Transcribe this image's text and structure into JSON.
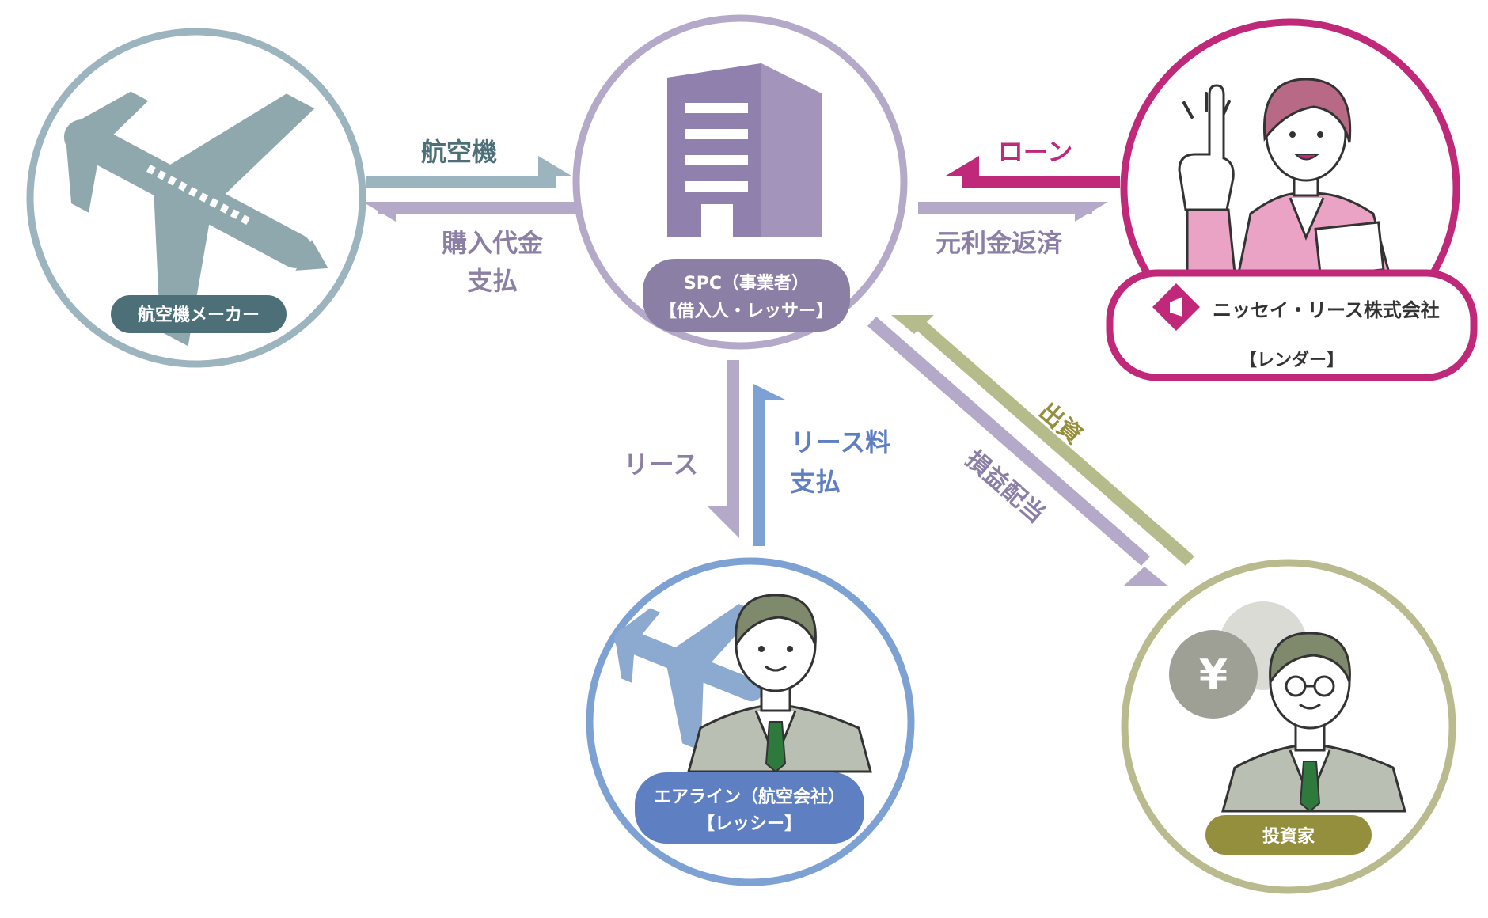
{
  "colors": {
    "maker": "#9bb4bd",
    "maker_dark": "#4d6f78",
    "spc": "#b4a9c8",
    "spc_dark": "#8c7fa5",
    "lender": "#c0287a",
    "airline": "#7ea1d4",
    "airline_dark": "#5e7fc2",
    "investor": "#b9bb8e",
    "investor_dark": "#948f3c",
    "pink_arrow": "#c0287a",
    "olive_arrow": "#b5bb8a"
  },
  "nodes": {
    "maker": {
      "label": "航空機メーカー",
      "icon": "airplane-icon"
    },
    "spc": {
      "label_line1": "SPC（事業者）",
      "label_line2": "【借入人・レッサー】",
      "icon": "building-icon"
    },
    "lender": {
      "logo_text": "ニッセイ・リース株式会社",
      "label": "【レンダー】",
      "icon": "businesswoman-icon"
    },
    "airline": {
      "label_line1": "エアライン（航空会社）",
      "label_line2": "【レッシー】",
      "icon": "businessman-icon"
    },
    "investor": {
      "label": "投資家",
      "icon": "businessman-yen-icon"
    }
  },
  "flows": {
    "aircraft": "航空機",
    "purchase_line1": "購入代金",
    "purchase_line2": "支払",
    "loan": "ローン",
    "repayment": "元利金返済",
    "lease": "リース",
    "lease_fee_line1": "リース料",
    "lease_fee_line2": "支払",
    "investment": "出資",
    "dividend": "損益配当"
  }
}
